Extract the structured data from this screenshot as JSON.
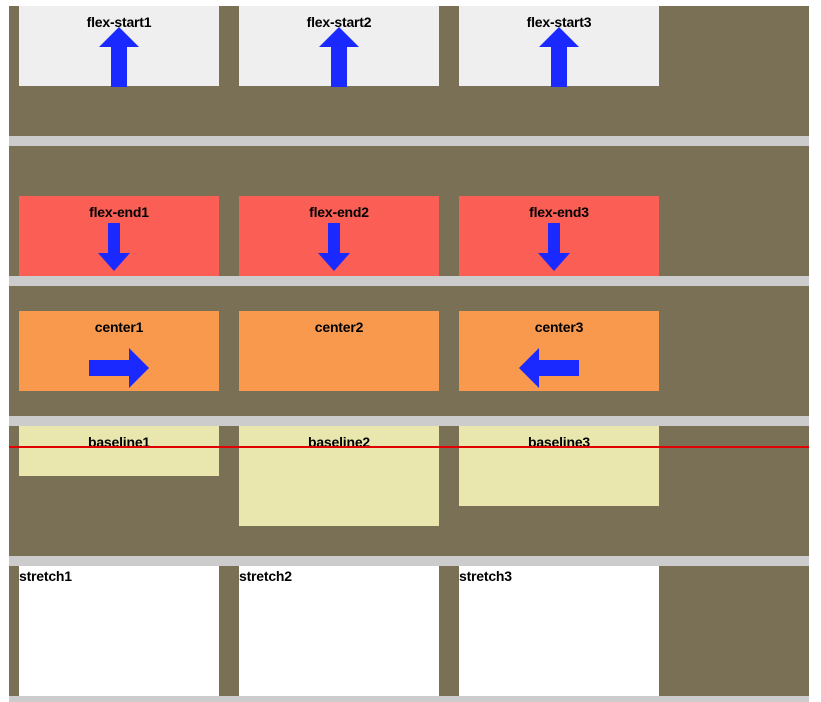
{
  "colors": {
    "container": "#7a7055",
    "separator": "#cccccc",
    "baseline_line": "#e00000",
    "arrow": "#1a29ff",
    "flex_start": "#efefef",
    "flex_end": "#fb5e55",
    "center": "#f8994e",
    "baseline": "#e9e7ad",
    "stretch": "#ffffff"
  },
  "rows": {
    "flex_start": {
      "items": [
        "flex-start1",
        "flex-start2",
        "flex-start3"
      ],
      "arrow": "up-arrow-icon"
    },
    "flex_end": {
      "items": [
        "flex-end1",
        "flex-end2",
        "flex-end3"
      ],
      "arrow": "down-arrow-icon"
    },
    "center": {
      "items": [
        "center1",
        "center2",
        "center3"
      ],
      "arrows": [
        "right-arrow-icon",
        "",
        "left-arrow-icon"
      ]
    },
    "baseline": {
      "items": [
        "baseline1",
        "baseline2",
        "baseline3"
      ]
    },
    "stretch": {
      "items": [
        "stretch1",
        "stretch2",
        "stretch3"
      ]
    }
  }
}
